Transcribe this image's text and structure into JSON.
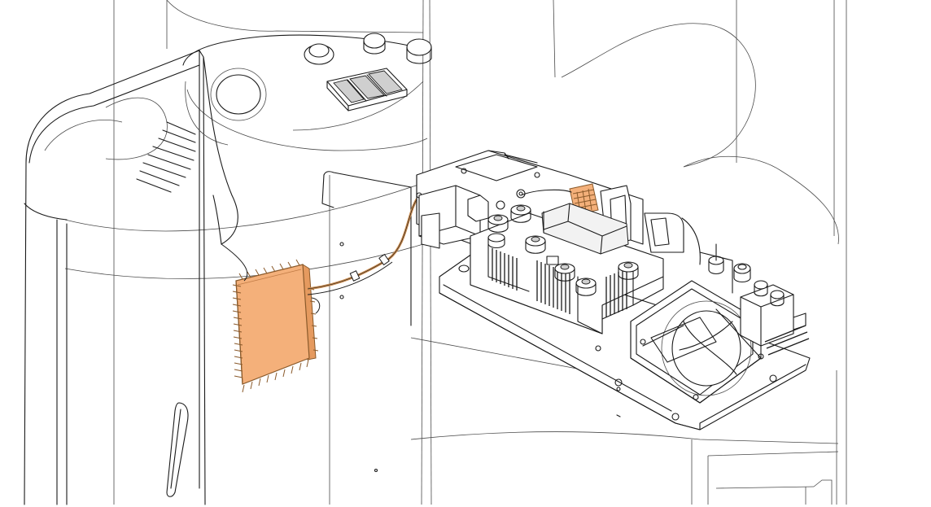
{
  "colors": {
    "line": "#1a1a1a",
    "background": "#ffffff",
    "highlight_component": "#f4b07a",
    "highlight_outline": "#8a5a2b",
    "cable": "#c88a4e"
  },
  "highlighted_parts": [
    "remote-heatsink-module",
    "heatsink-connector",
    "connecting-cable"
  ]
}
